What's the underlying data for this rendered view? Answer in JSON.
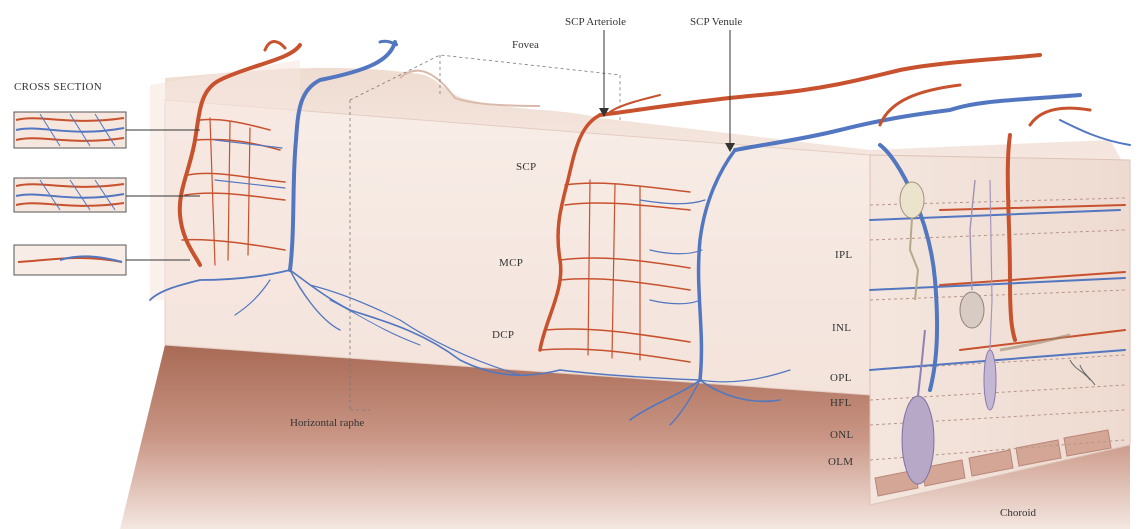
{
  "labels": {
    "cross_section": "CROSS SECTION",
    "fovea": "Fovea",
    "scp_arteriole": "SCP Arteriole",
    "scp_venule": "SCP Venule",
    "scp": "SCP",
    "mcp": "MCP",
    "dcp": "DCP",
    "horizontal_raphe": "Horizontal raphe",
    "ipl": "IPL",
    "inl": "INL",
    "opl": "OPL",
    "hfl": "HFL",
    "onl": "ONL",
    "olm": "OLM",
    "choroid": "Choroid"
  },
  "colors": {
    "artery": "#c8512e",
    "vein": "#5277c0",
    "tissue_top": "#f2e2d8",
    "tissue_front": "#f7ebe5",
    "choroid": "#b98170"
  }
}
